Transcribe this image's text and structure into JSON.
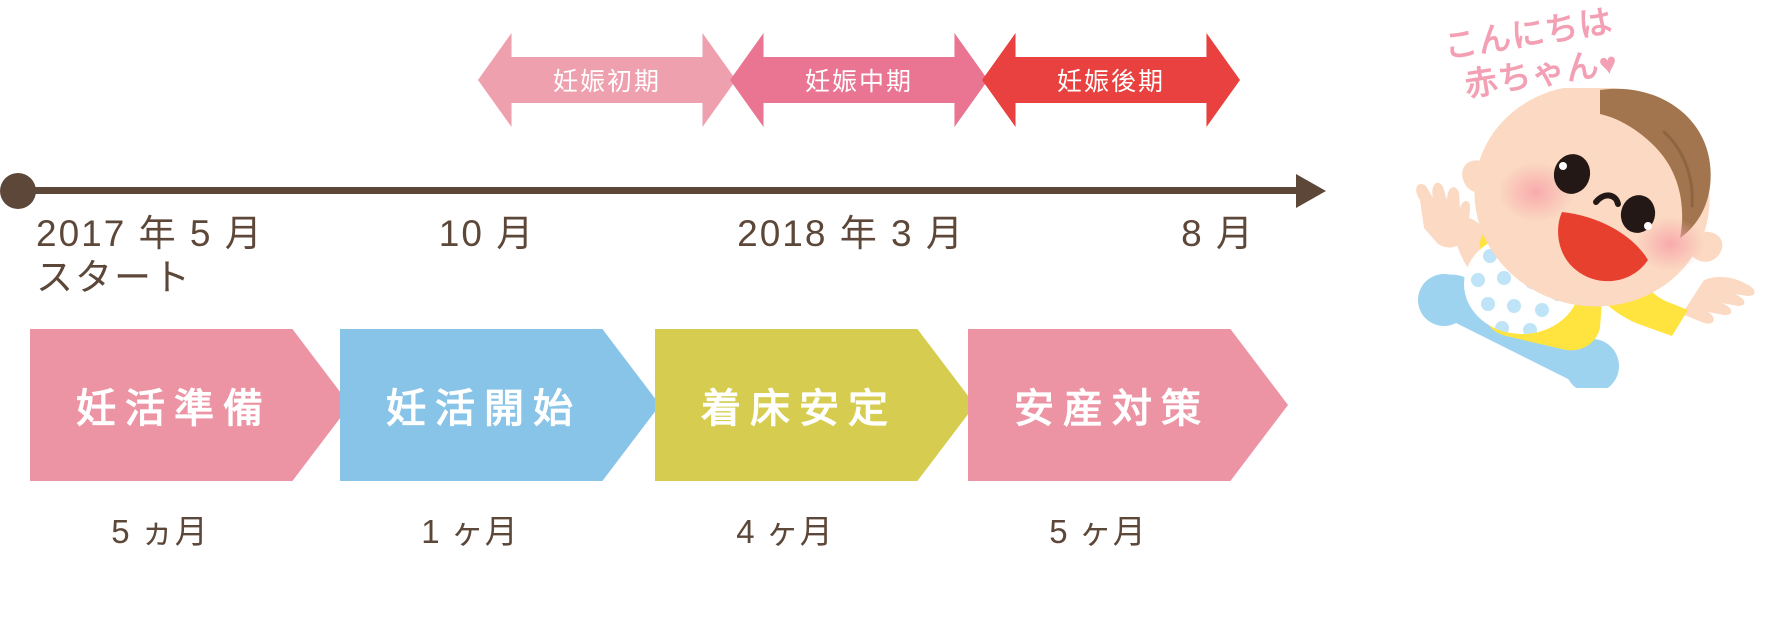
{
  "phases": [
    {
      "label": "妊娠初期",
      "color": "#efa0ae",
      "name": "phase-arrow-early"
    },
    {
      "label": "妊娠中期",
      "color": "#ea7593",
      "name": "phase-arrow-mid"
    },
    {
      "label": "妊娠後期",
      "color": "#e8413f",
      "name": "phase-arrow-late"
    }
  ],
  "axis": {
    "color": "#5d4739",
    "labels": [
      {
        "line1": "2017 年 5 月",
        "line2": "スタート"
      },
      {
        "line1": "10 月",
        "line2": ""
      },
      {
        "line1": "2018 年 3 月",
        "line2": ""
      },
      {
        "line1": "8 月",
        "line2": ""
      }
    ]
  },
  "stages": [
    {
      "label": "妊活準備",
      "color": "#ec93a4",
      "duration": "5 ヵ月"
    },
    {
      "label": "妊活開始",
      "color": "#88c3e8",
      "duration": "1 ヶ月"
    },
    {
      "label": "着床安定",
      "color": "#d6cc50",
      "duration": "4 ヶ月"
    },
    {
      "label": "安産対策",
      "color": "#ec93a4",
      "duration": "5 ヶ月"
    }
  ],
  "greeting": {
    "line1": "こんにちは",
    "line2": "赤ちゃん",
    "heart": "♥",
    "color": "#f4a0b4"
  },
  "illustration": {
    "name": "baby-illustration",
    "skin": "#fbd9c2",
    "hair": "#a3754e",
    "shirt": "#ffe33f",
    "pants": "#9ed3f0",
    "bib": "#ffffff",
    "bib_dots": "#bfe4f7",
    "mouth": "#e8402f",
    "eyes": "#231815",
    "cheeks": "#f8bcbf"
  }
}
